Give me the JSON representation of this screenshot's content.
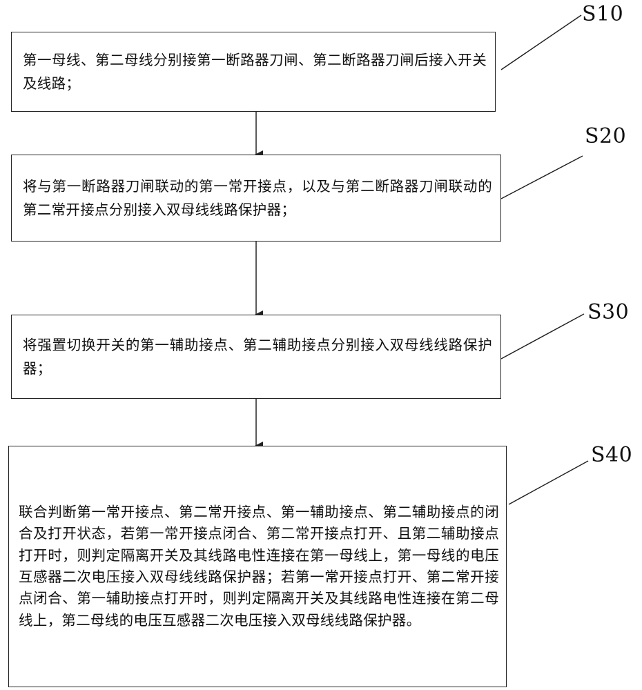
{
  "steps": [
    {
      "label": "S10",
      "text": "第一母线、第二母线分别接第一断路器刀闸、第二断路器刀闸后接入开关及线路；"
    },
    {
      "label": "S20",
      "text": "将与第一断路器刀闸联动的第一常开接点，以及与第二断路器刀闸联动的第二常开接点分别接入双母线线路保护器；"
    },
    {
      "label": "S30",
      "text": "将强置切换开关的第一辅助接点、第二辅助接点分别接入双母线线路保护器；"
    },
    {
      "label": "S40",
      "text": "联合判断第一常开接点、第二常开接点、第一辅助接点、第二辅助接点的闭合及打开状态，若第一常开接点闭合、第二常开接点打开、且第二辅助接点打开时，则判定隔离开关及其线路电性连接在第一母线上，第一母线的电压互感器二次电压接入双母线线路保护器；若第一常开接点打开、第二常开接点闭合、第一辅助接点打开时，则判定隔离开关及其线路电性连接在第二母线上，第二母线的电压互感器二次电压接入双母线线路保护器。"
    }
  ]
}
